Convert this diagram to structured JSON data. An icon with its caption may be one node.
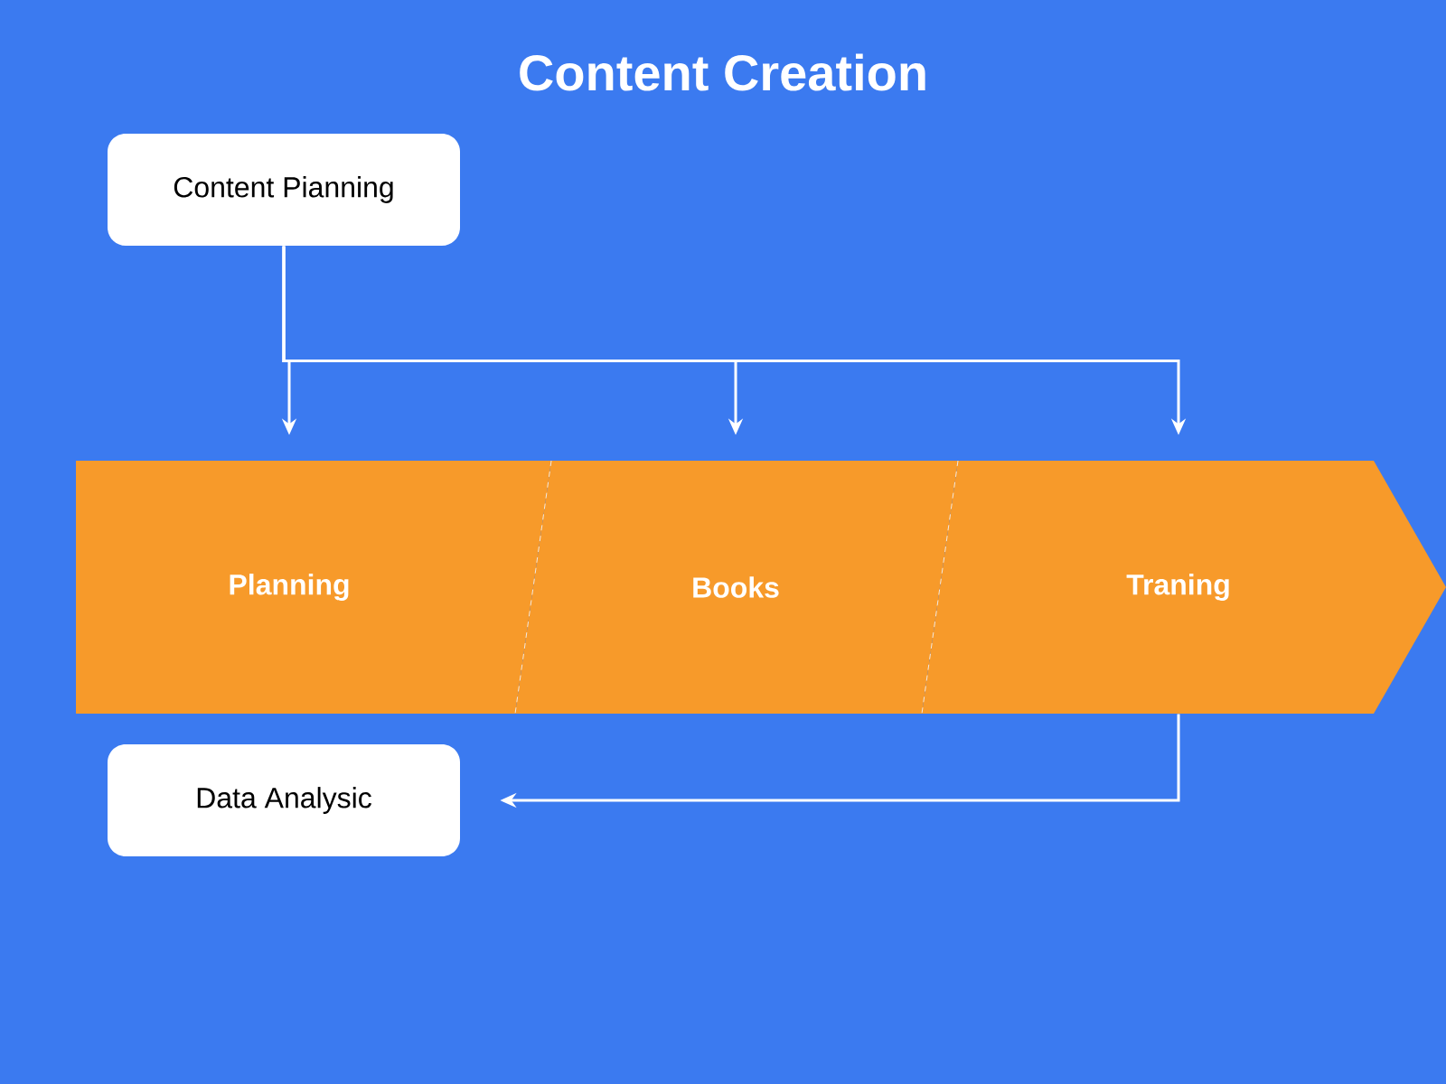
{
  "diagram": {
    "title": "Content Creation",
    "nodes": [
      {
        "text": [
          "Content Pianning"
        ]
      },
      {
        "text": [
          "Planning"
        ]
      },
      {
        "text": [
          "Books"
        ]
      },
      {
        "text": [
          "Traning"
        ]
      },
      {
        "text": [
          "Data Analysic"
        ]
      }
    ],
    "edges": [
      {
        "from": 0,
        "to": 1,
        "arrow": "to"
      },
      {
        "from": 0,
        "to": 2,
        "arrow": "to"
      },
      {
        "from": 0,
        "to": 3,
        "arrow": "to"
      },
      {
        "from": 3,
        "to": 4,
        "arrow": "to"
      }
    ]
  }
}
